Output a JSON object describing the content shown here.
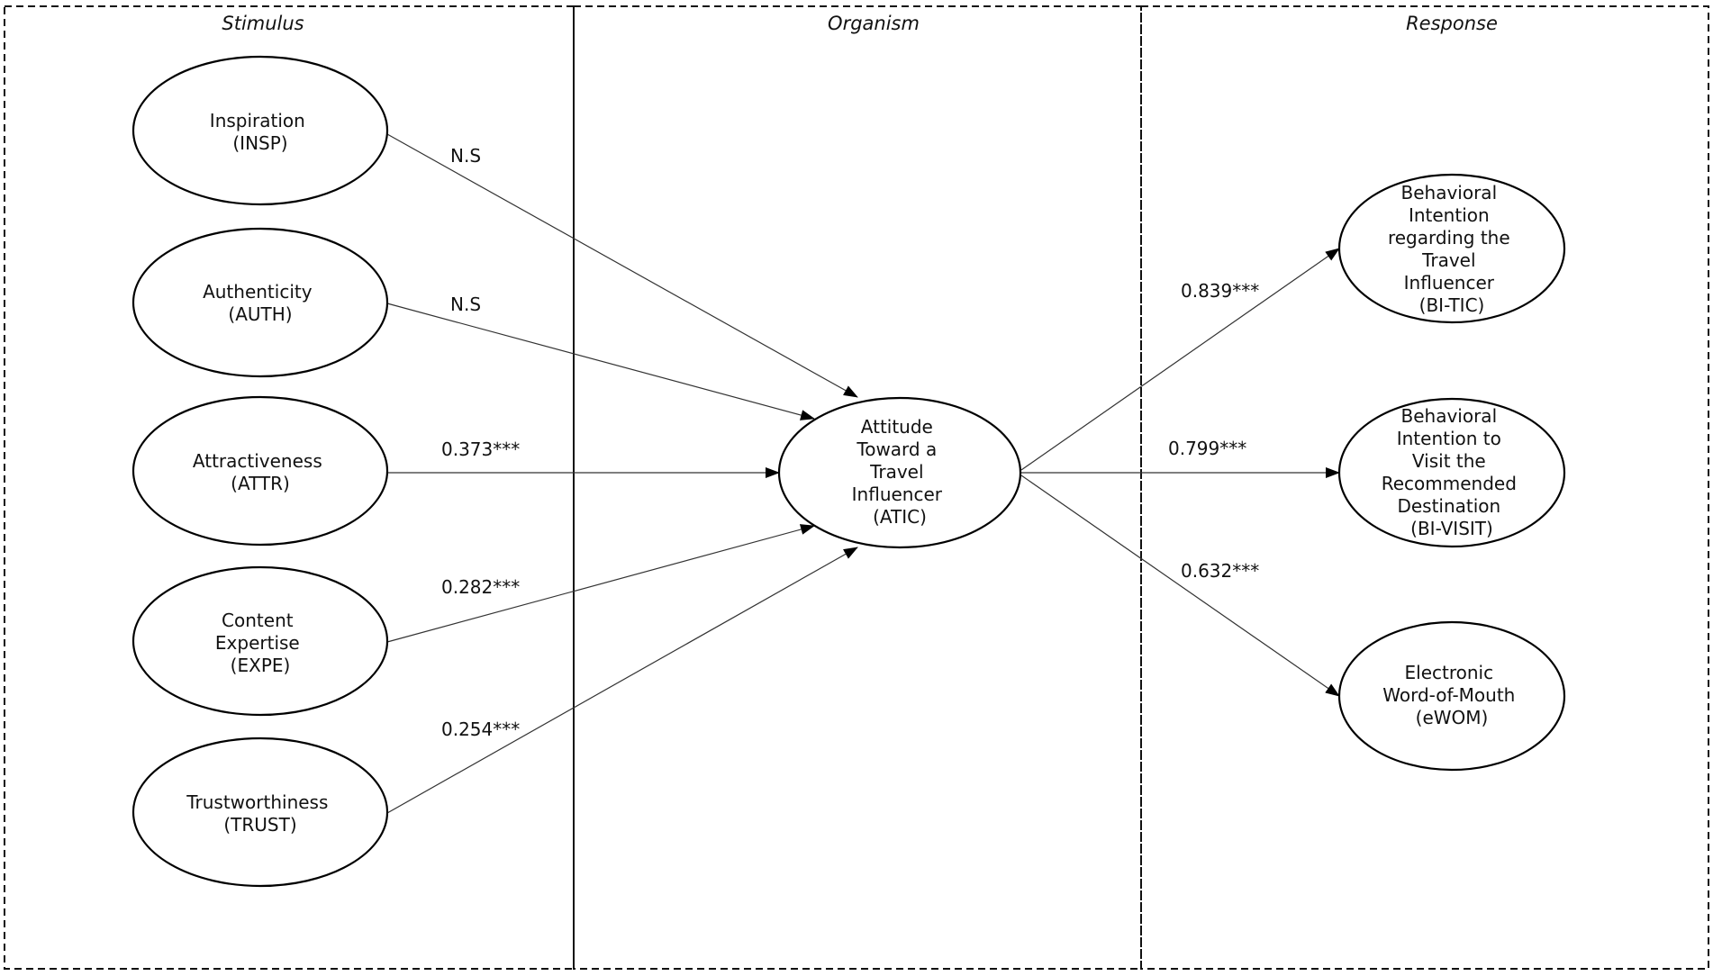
{
  "sections": {
    "stimulus": "Stimulus",
    "organism": "Organism",
    "response": "Response"
  },
  "nodes": {
    "insp": [
      "Inspiration",
      "(INSP)"
    ],
    "auth": [
      "Authenticity",
      "(AUTH)"
    ],
    "attr": [
      "Attractiveness",
      "(ATTR)"
    ],
    "expe": [
      "Content",
      "Expertise",
      "(EXPE)"
    ],
    "trust": [
      "Trustworthiness",
      "(TRUST)"
    ],
    "atic": [
      "Attitude",
      "Toward a",
      "Travel",
      "Influencer",
      "(ATIC)"
    ],
    "bitic": [
      "Behavioral",
      "Intention",
      "regarding the",
      "Travel",
      "Influencer",
      "(BI-TIC)"
    ],
    "bivisit": [
      "Behavioral",
      "Intention to",
      "Visit the",
      "Recommended",
      "Destination",
      "(BI-VISIT)"
    ],
    "ewom": [
      "Electronic",
      "Word-of-Mouth",
      "(eWOM)"
    ]
  },
  "paths": [
    {
      "from": "insp",
      "to": "atic",
      "label": "N.S"
    },
    {
      "from": "auth",
      "to": "atic",
      "label": "N.S"
    },
    {
      "from": "attr",
      "to": "atic",
      "label": "0.373***"
    },
    {
      "from": "expe",
      "to": "atic",
      "label": "0.282***"
    },
    {
      "from": "trust",
      "to": "atic",
      "label": "0.254***"
    },
    {
      "from": "atic",
      "to": "bitic",
      "label": "0.839***"
    },
    {
      "from": "atic",
      "to": "bivisit",
      "label": "0.799***"
    },
    {
      "from": "atic",
      "to": "ewom",
      "label": "0.632***"
    }
  ]
}
